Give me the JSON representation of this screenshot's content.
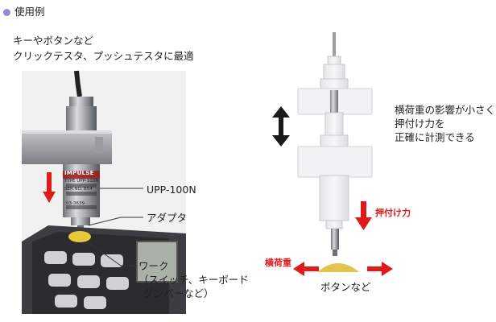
{
  "section_title": "使用例",
  "intro": {
    "line1": "キーやボタンなど",
    "line2": "クリックテスタ、プッシュテスタに最適"
  },
  "photo": {
    "labels": {
      "model": "UPP-100N",
      "adapter": "アダプタ",
      "work_title": "ワーク",
      "work_line2": "（スイッチ、キーボード",
      "work_line3": "ダンパーなど）"
    },
    "device_print": {
      "brand": "IMPULSE",
      "type": "TYPE UPP-100N",
      "serial": "SER.NO. B54",
      "phone": "03-3639-"
    }
  },
  "diagram": {
    "desc_line1": "横荷重の影響が小さく",
    "desc_line2": "押付け力を",
    "desc_line3": "正確に計測できる",
    "push_force": "押付け力",
    "lateral_load": "横荷重",
    "button_label": "ボタンなど"
  },
  "colors": {
    "bullet": "#8e8ed0",
    "arrow_red": "#e01a1a",
    "button_yellow": "#e2c54a"
  }
}
